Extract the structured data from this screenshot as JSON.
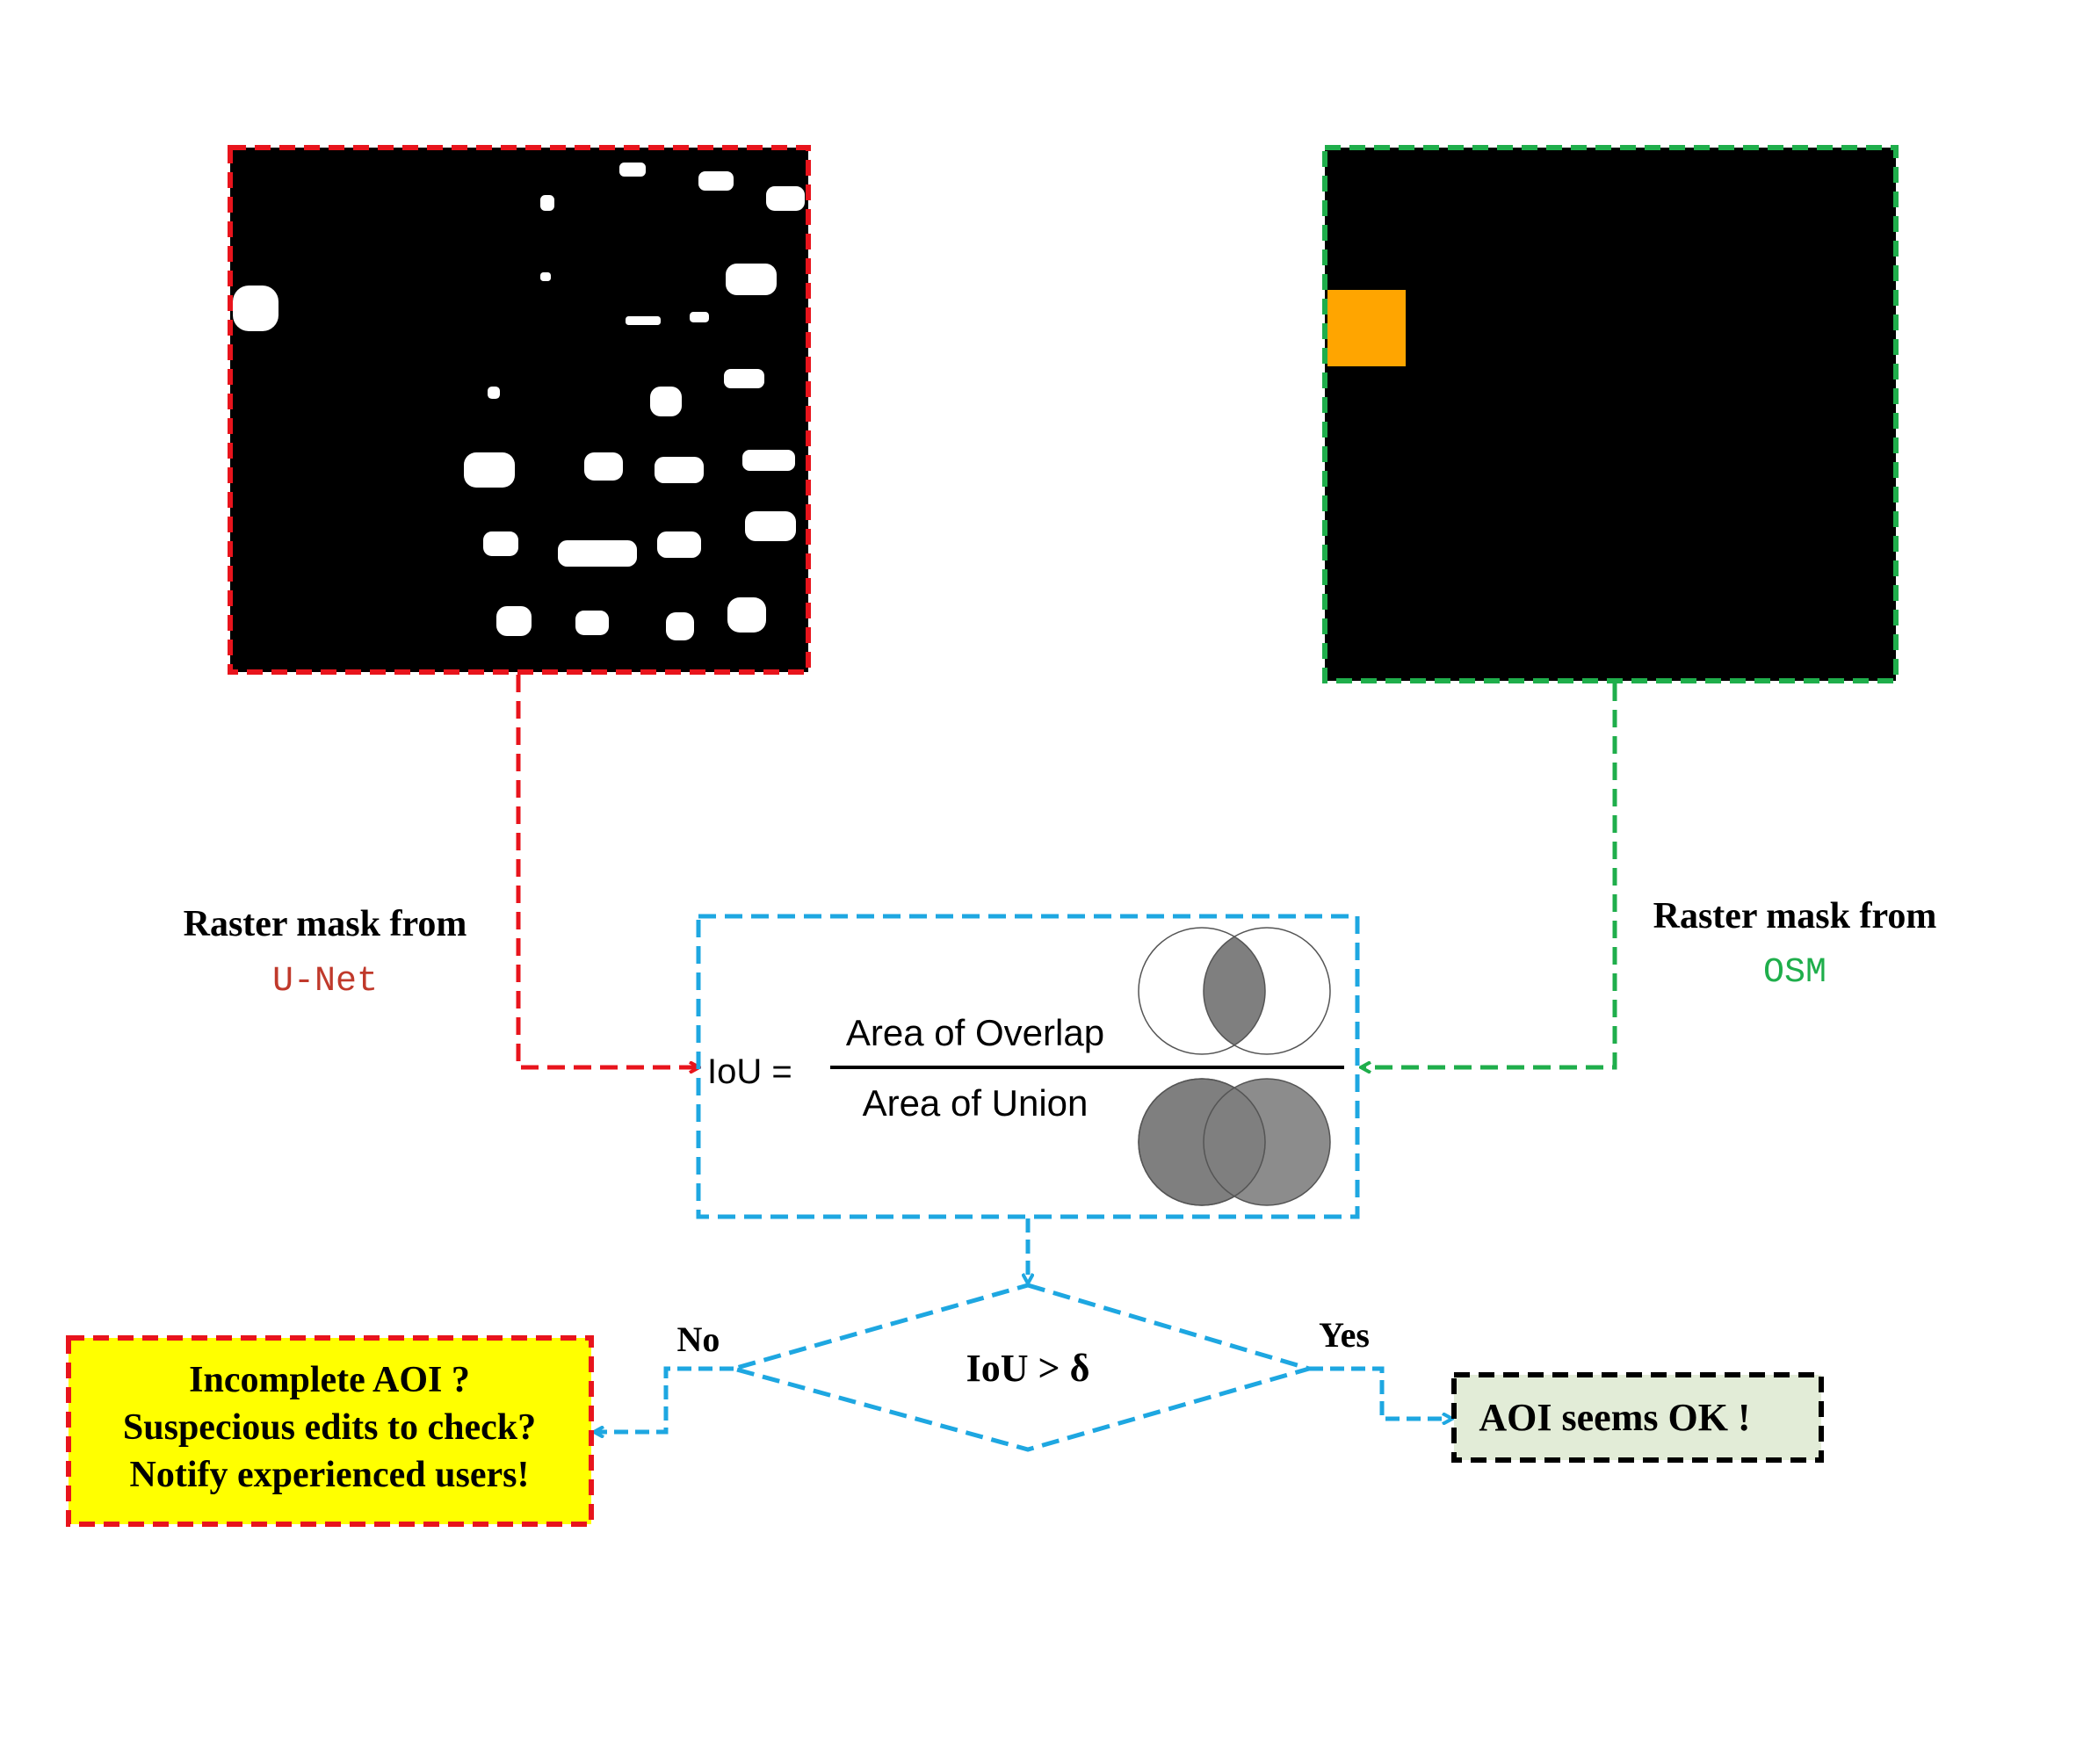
{
  "colors": {
    "unet": "#e8141c",
    "osm": "#1fae4b",
    "iou_box": "#1ea7e1",
    "warning_fill": "#ffff00",
    "ok_fill": "#e2ecd7",
    "osm_building": "#ffa500",
    "venn": "#7f7f7f"
  },
  "unet_panel": {
    "label_line1": "Raster mask from",
    "label_line2": "U-Net"
  },
  "osm_panel": {
    "label_line1": "Raster mask from",
    "label_line2": "OSM"
  },
  "iou_formula": {
    "lhs": "IoU =",
    "numerator": "Area of Overlap",
    "denominator": "Area of Union"
  },
  "decision": {
    "condition": "IoU > δ",
    "no_label": "No",
    "yes_label": "Yes"
  },
  "outcome_no": {
    "line1": "Incomplete AOI ?",
    "line2": "Suspecious edits to check?",
    "line3": "Notify experienced users!"
  },
  "outcome_yes": {
    "text": "AOI seems OK !"
  }
}
